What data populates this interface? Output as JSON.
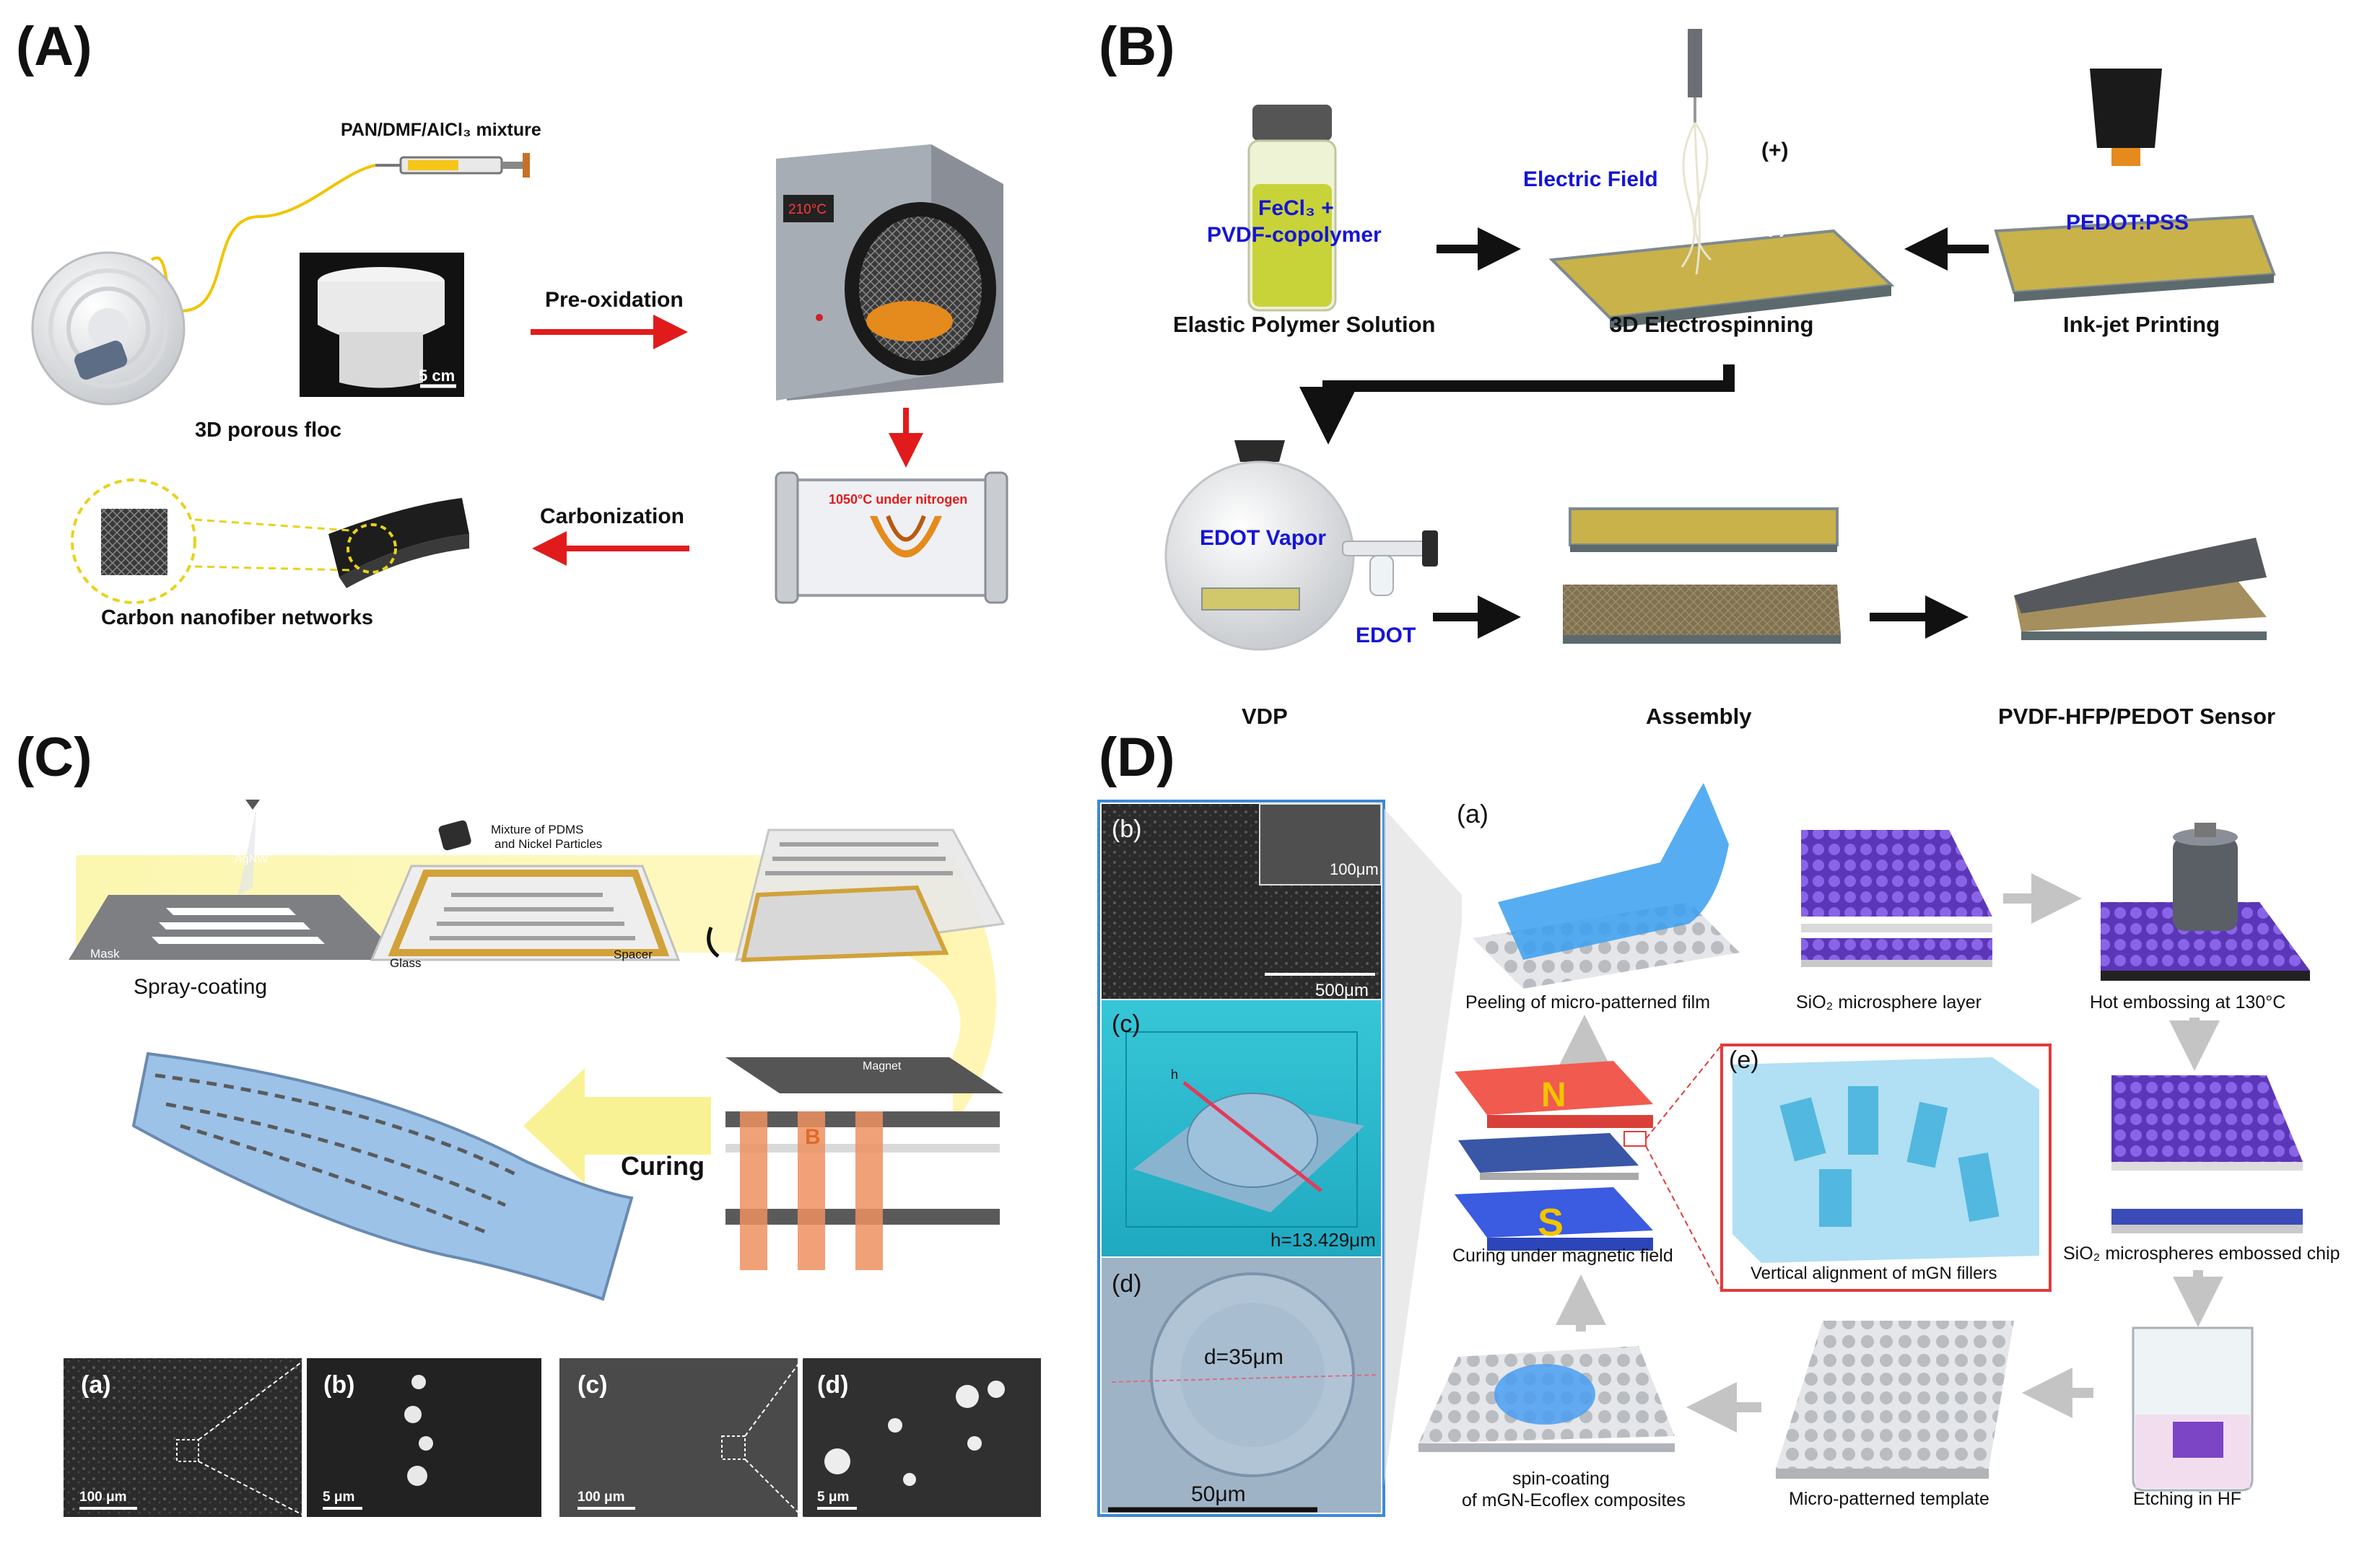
{
  "panels": {
    "A": {
      "label": "(A)",
      "mixture": "PAN/DMF/AlCl₃ mixture",
      "floc": "3D porous floc",
      "scale": "5 cm",
      "preox": "Pre-oxidation",
      "oven_temp": "210°C",
      "furnace": "1050°C under nitrogen",
      "carbonization": "Carbonization",
      "networks": "Carbon nanofiber networks"
    },
    "B": {
      "label": "(B)",
      "fecl3_1": "FeCl₃ +",
      "fecl3_2": "PVDF-copolymer",
      "efield": "Electric Field",
      "plus": "(+)",
      "minus": "(-)",
      "pedot_pss": "PEDOT:PSS",
      "elastic": "Elastic Polymer Solution",
      "electrospin": "3D Electrospinning",
      "inkjet": "Ink-jet Printing",
      "edot_vapor": "EDOT Vapor",
      "edot": "EDOT",
      "vdp": "VDP",
      "assembly": "Assembly",
      "sensor": "PVDF-HFP/PEDOT Sensor"
    },
    "C": {
      "label": "(C)",
      "agnw": "AgNW",
      "mask": "Mask",
      "spray": "Spray-coating",
      "mixture1": "Mixture of PDMS",
      "mixture2": "and Nickel Particles",
      "glass": "Glass",
      "spacer": "Spacer",
      "magnet": "Magnet",
      "bfield": "B",
      "curing": "Curing",
      "sem": [
        {
          "tag": "(a)",
          "scale": "100 μm"
        },
        {
          "tag": "(b)",
          "scale": "5 μm"
        },
        {
          "tag": "(c)",
          "scale": "100 μm"
        },
        {
          "tag": "(d)",
          "scale": "5 μm"
        }
      ]
    },
    "D": {
      "label": "(D)",
      "b_tag": "(b)",
      "b_inset": "100μm",
      "b_scale": "500μm",
      "c_tag": "(c)",
      "c_h": "h",
      "c_height": "h=13.429μm",
      "d_tag": "(d)",
      "d_diam": "d=35μm",
      "d_scale": "50μm",
      "a_tag": "(a)",
      "peeling": "Peeling of micro-patterned film",
      "sio2_layer": "SiO₂ microsphere layer",
      "hot": "Hot embossing at 130°C",
      "curing": "Curing under magnetic field",
      "magnet_n": "N",
      "magnet_s": "S",
      "e_tag": "(e)",
      "vertical": "Vertical alignment of mGN fillers",
      "embossed": "SiO₂ microspheres embossed chip",
      "spin1": "spin-coating",
      "spin2": "of mGN-Ecoflex composites",
      "template": "Micro-patterned template",
      "etching": "Etching in HF"
    }
  }
}
